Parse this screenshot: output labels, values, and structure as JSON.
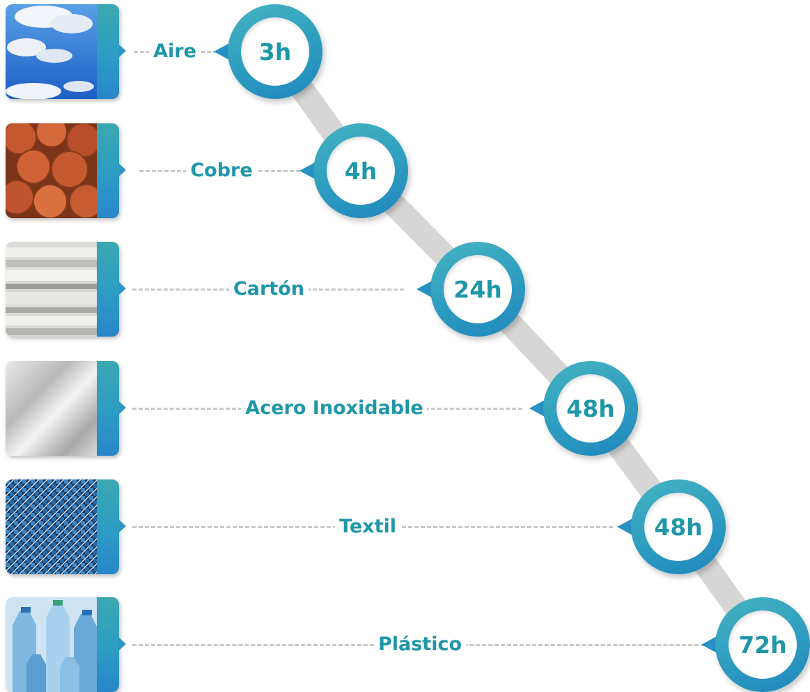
{
  "colors": {
    "accent_teal": "#1f97a8",
    "accent_blue": "#2786c8",
    "leader_line": "#c9c9c9"
  },
  "rows": [
    {
      "material": "Aire",
      "time": "3h",
      "image": "sky-clouds"
    },
    {
      "material": "Cobre",
      "time": "4h",
      "image": "copper-coins"
    },
    {
      "material": "Cartón",
      "time": "24h",
      "image": "newspapers"
    },
    {
      "material": "Acero Inoxidable",
      "time": "48h",
      "image": "brushed-steel"
    },
    {
      "material": "Textil",
      "time": "48h",
      "image": "woven-fabric"
    },
    {
      "material": "Plástico",
      "time": "72h",
      "image": "plastic-bottles"
    }
  ]
}
